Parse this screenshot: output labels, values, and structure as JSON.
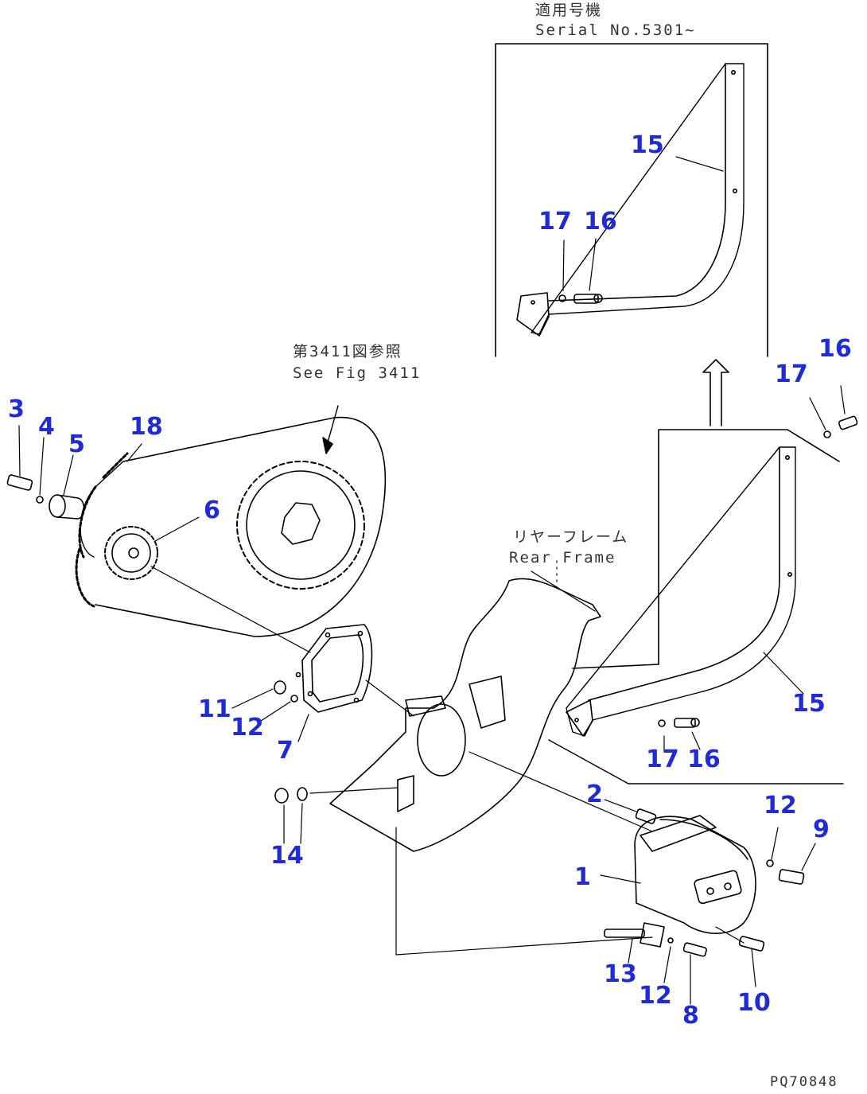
{
  "inset": {
    "applicability_jp": "適用号機",
    "serial_label": "Serial No.5301~"
  },
  "reference": {
    "fig_jp": "第3411図参照",
    "fig_en": "See Fig 3411"
  },
  "rear_frame": {
    "jp": "リヤーフレーム",
    "en": "Rear Frame"
  },
  "drawing_code": "PQ70848",
  "callouts": {
    "c1": "1",
    "c2": "2",
    "c3": "3",
    "c4": "4",
    "c5": "5",
    "c6": "6",
    "c7": "7",
    "c8": "8",
    "c9": "9",
    "c10": "10",
    "c11": "11",
    "c12a": "12",
    "c12b": "12",
    "c12c": "12",
    "c13": "13",
    "c14": "14",
    "c15a": "15",
    "c15b": "15",
    "c16a": "16",
    "c16b": "16",
    "c16c": "16",
    "c17a": "17",
    "c17b": "17",
    "c17c": "17",
    "c18": "18"
  },
  "colors": {
    "line": "#000000",
    "callout": "#1f2bd6",
    "annotation": "#333333"
  }
}
